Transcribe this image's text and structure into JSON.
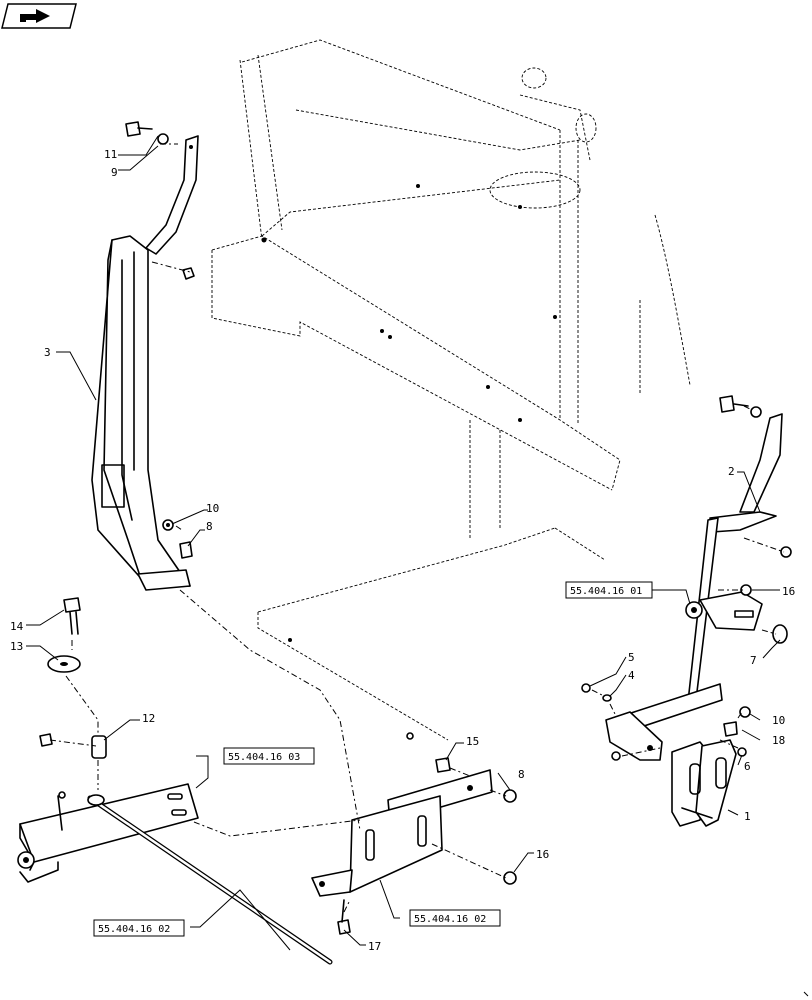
{
  "callouts": {
    "c1": "1",
    "c2": "2",
    "c3": "3",
    "c4": "4",
    "c5": "5",
    "c6": "6",
    "c7": "7",
    "c8a": "8",
    "c8b": "8",
    "c9": "9",
    "c10a": "10",
    "c10b": "10",
    "c11": "11",
    "c12": "12",
    "c13": "13",
    "c14": "14",
    "c15": "15",
    "c16a": "16",
    "c16b": "16",
    "c17": "17",
    "c18": "18"
  },
  "references": {
    "ref_01": "55.404.16 01",
    "ref_02a": "55.404.16 02",
    "ref_02b": "55.404.16 02",
    "ref_03": "55.404.16 03"
  },
  "nav": {
    "icon": "next-page-arrow-icon"
  }
}
